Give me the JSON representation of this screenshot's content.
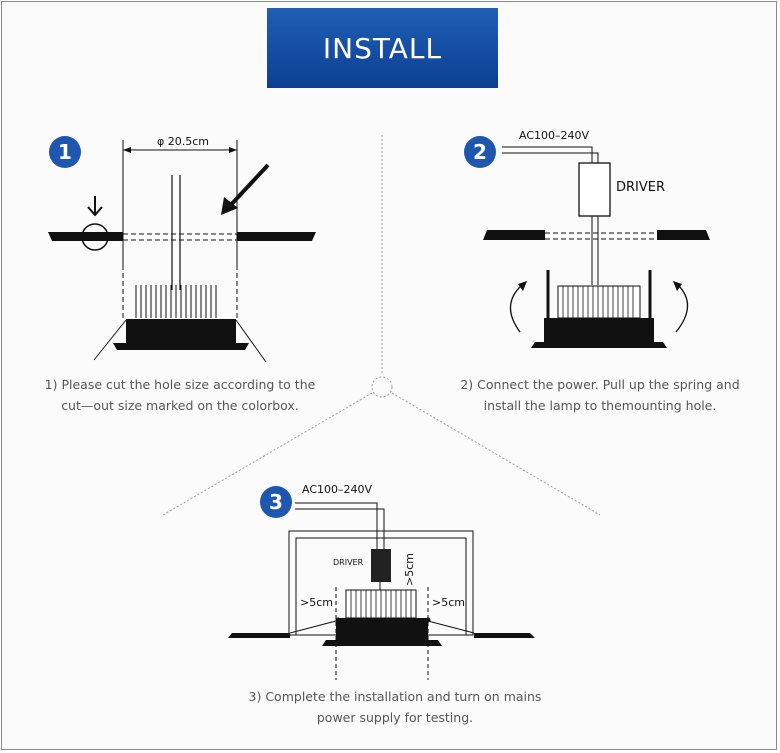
{
  "title": "INSTALL",
  "colors": {
    "title_bg": "#1f56b0",
    "badge": "#1f56b0",
    "ink": "#111111"
  },
  "step1": {
    "number": "1",
    "dimension": "φ 20.5cm",
    "caption_line1": "1) Please cut the hole size according to the",
    "caption_line2": "cut—out size marked on the colorbox."
  },
  "step2": {
    "number": "2",
    "voltage": "AC100–240V",
    "driver": "DRIVER",
    "caption_line1": "2) Connect the power. Pull up the spring and",
    "caption_line2": "install the lamp to themounting hole."
  },
  "step3": {
    "number": "3",
    "voltage": "AC100–240V",
    "driver": "DRIVER",
    "clearance_top": ">5cm",
    "clearance_left": ">5cm",
    "clearance_right": ">5cm",
    "caption_line1": "3) Complete the installation and turn on mains",
    "caption_line2": "power supply for testing."
  }
}
